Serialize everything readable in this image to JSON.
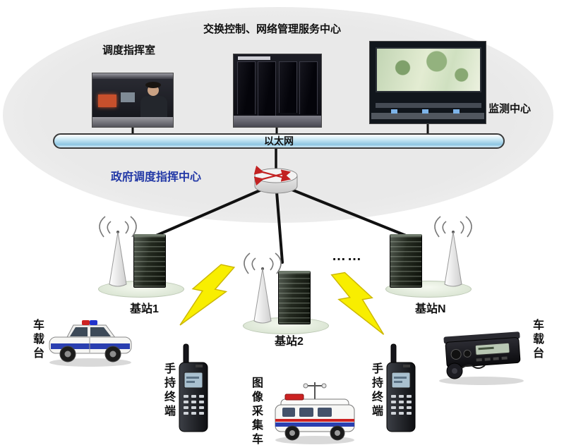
{
  "labels": {
    "title": "交换控制、网络管理服务中心",
    "dispatch_room": "调度指挥室",
    "monitor_center": "监测中心",
    "ethernet": "以太网",
    "gov_center": "政府调度指挥中心",
    "ellipsis": "……"
  },
  "base_stations": [
    {
      "label": "基站1"
    },
    {
      "label": "基站2"
    },
    {
      "label": "基站N"
    }
  ],
  "terminals": {
    "vehicle_station_left": "车载台",
    "handheld_left": "手持终端",
    "image_collection_van": "图像采集车",
    "handheld_right": "手持终端",
    "vehicle_station_right": "车载台"
  },
  "colors": {
    "gov_label": "#2238a6",
    "ethernet_fill": "#bfe3f2",
    "lightning": "#f8ee00",
    "cloud": "#e9e9e9"
  }
}
